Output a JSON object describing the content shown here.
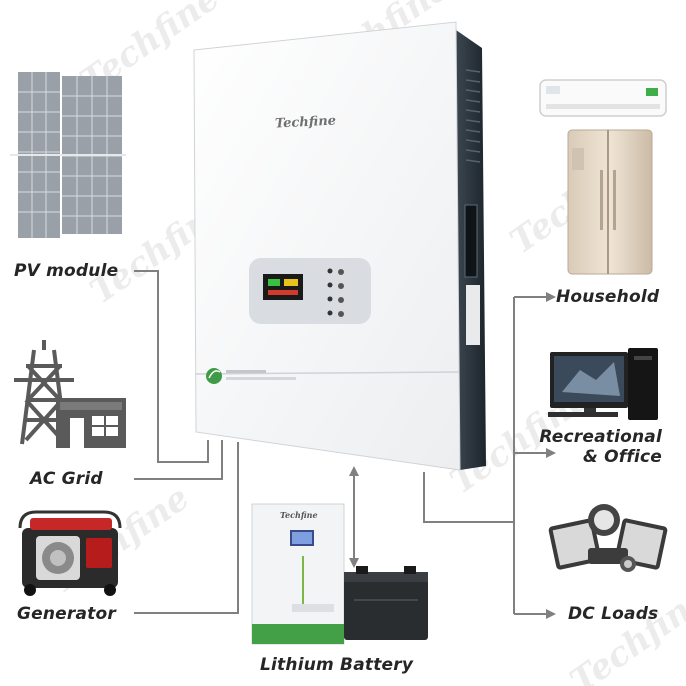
{
  "brand": "Techfine",
  "watermark": "Techfine",
  "labels": {
    "pv_module": "PV module",
    "ac_grid": "AC Grid",
    "generator": "Generator",
    "lithium_battery": "Lithium Battery",
    "household": "Household",
    "recreational_line1": "Recreational",
    "recreational_line2": "& Office",
    "dc_loads": "DC Loads"
  },
  "colors": {
    "line": "#808080",
    "label_text": "#262626",
    "inverter_body": "#f5f6f7",
    "battery_green": "#43a047",
    "watermark": "#ececec"
  }
}
